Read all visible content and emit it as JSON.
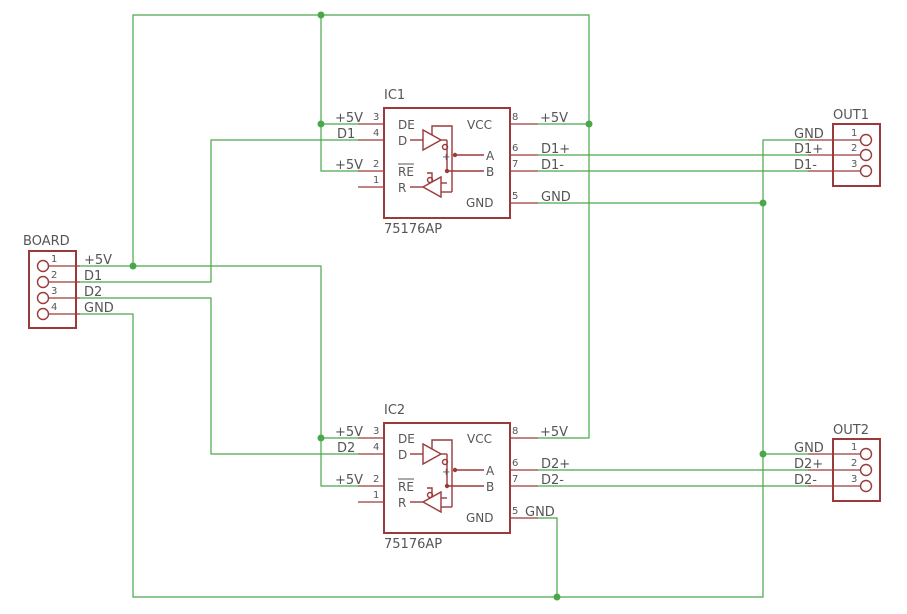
{
  "colors": {
    "wire": "#4aa84a",
    "component": "#9b3a3a",
    "text": "#555555",
    "background": "#ffffff"
  },
  "ic1": {
    "name": "IC1",
    "value": "75176AP",
    "pins": {
      "de": {
        "name": "DE",
        "num": "3",
        "net": "+5V"
      },
      "d": {
        "name": "D",
        "num": "4",
        "net": "D1"
      },
      "re": {
        "name": "RE",
        "num": "2",
        "net": "+5V"
      },
      "r": {
        "name": "R",
        "num": "1"
      },
      "vcc": {
        "name": "VCC",
        "num": "8",
        "net": "+5V"
      },
      "a": {
        "name": "A",
        "num": "6",
        "net": "D1+"
      },
      "b": {
        "name": "B",
        "num": "7",
        "net": "D1-"
      },
      "gnd": {
        "name": "GND",
        "num": "5",
        "net": "GND"
      }
    }
  },
  "ic2": {
    "name": "IC2",
    "value": "75176AP",
    "pins": {
      "de": {
        "name": "DE",
        "num": "3",
        "net": "+5V"
      },
      "d": {
        "name": "D",
        "num": "4",
        "net": "D2"
      },
      "re": {
        "name": "RE",
        "num": "2",
        "net": "+5V"
      },
      "r": {
        "name": "R",
        "num": "1"
      },
      "vcc": {
        "name": "VCC",
        "num": "8",
        "net": "+5V"
      },
      "a": {
        "name": "A",
        "num": "6",
        "net": "D2+"
      },
      "b": {
        "name": "B",
        "num": "7",
        "net": "D2-"
      },
      "gnd": {
        "name": "GND",
        "num": "5",
        "net": "GND"
      }
    }
  },
  "board": {
    "name": "BOARD",
    "pins": [
      {
        "num": "1",
        "net": "+5V"
      },
      {
        "num": "2",
        "net": "D1"
      },
      {
        "num": "3",
        "net": "D2"
      },
      {
        "num": "4",
        "net": "GND"
      }
    ]
  },
  "out1": {
    "name": "OUT1",
    "pins": [
      {
        "num": "1",
        "net": "GND"
      },
      {
        "num": "2",
        "net": "D1+"
      },
      {
        "num": "3",
        "net": "D1-"
      }
    ]
  },
  "out2": {
    "name": "OUT2",
    "pins": [
      {
        "num": "1",
        "net": "GND"
      },
      {
        "num": "2",
        "net": "D2+"
      },
      {
        "num": "3",
        "net": "D2-"
      }
    ]
  }
}
